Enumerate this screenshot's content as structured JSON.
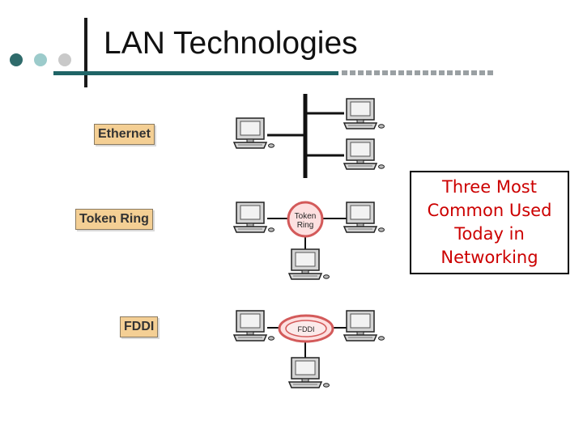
{
  "slide": {
    "title": "LAN Technologies",
    "accent_colors": {
      "dark_teal": "#1f6466",
      "light_teal": "#9ccbcb",
      "grey": "#c9c9c9"
    }
  },
  "labels": {
    "ethernet": "Ethernet",
    "token_ring": "Token Ring",
    "fddi": "FDDI"
  },
  "diagram": {
    "token_ring_hub": [
      "Token",
      "Ring"
    ],
    "fddi_ring": "FDDI"
  },
  "callout": {
    "lines": [
      "Three Most",
      "Common Used",
      "Today in",
      "Networking"
    ],
    "color": "#cc0000"
  }
}
